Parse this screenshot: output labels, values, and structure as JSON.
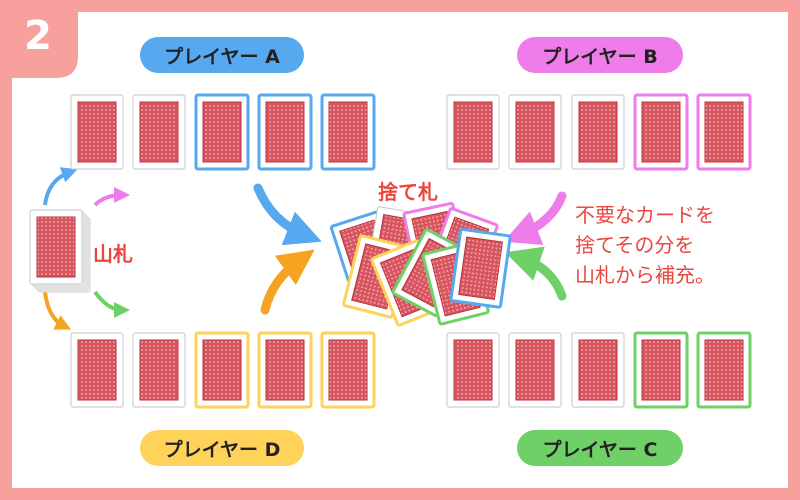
{
  "step_number": "2",
  "players": {
    "a": {
      "label": "プレイヤー A",
      "color": "#56a8ef"
    },
    "b": {
      "label": "プレイヤー B",
      "color": "#ee7de9"
    },
    "c": {
      "label": "プレイヤー C",
      "color": "#6fd067"
    },
    "d": {
      "label": "プレイヤー D",
      "color": "#ffd25a"
    }
  },
  "labels": {
    "deck": "山札",
    "discard": "捨て札"
  },
  "note_lines": [
    "不要なカードを",
    "捨てその分を",
    "山札から補充。"
  ],
  "colors": {
    "frame": "#f7a09e",
    "card_red": "#d8555f",
    "text_red": "#e8473f",
    "orange": "#f5a321"
  }
}
